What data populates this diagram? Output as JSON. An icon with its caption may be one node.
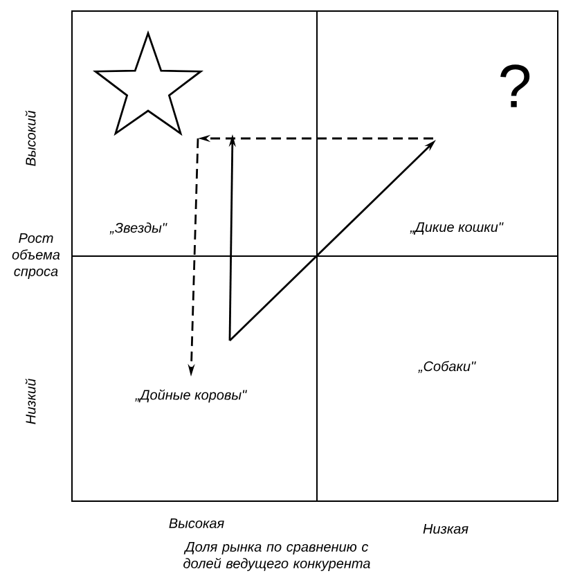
{
  "diagram": {
    "nodes": [
      {
        "text": [
          "„Звезды\""
        ]
      },
      {
        "text": [
          "„Дикие кошки\""
        ]
      },
      {
        "text": [
          "„Дойные коровы\""
        ]
      },
      {
        "text": [
          "„Собаки\""
        ]
      }
    ],
    "edges": [
      {
        "from": 2,
        "to": 0,
        "arrow": "to"
      },
      {
        "from": 2,
        "to": 1,
        "arrow": "to"
      },
      {
        "from": 1,
        "to": 0,
        "arrow": "to",
        "style": "dashed"
      },
      {
        "from": 0,
        "to": 2,
        "arrow": "to",
        "style": "dashed"
      }
    ],
    "labels": [
      "?",
      "Высокий",
      "Рост объема спроса",
      "Низкий",
      "Высокая",
      "Низкая",
      "Доля рынка по сравнению с долей ведущего конкурента"
    ]
  }
}
